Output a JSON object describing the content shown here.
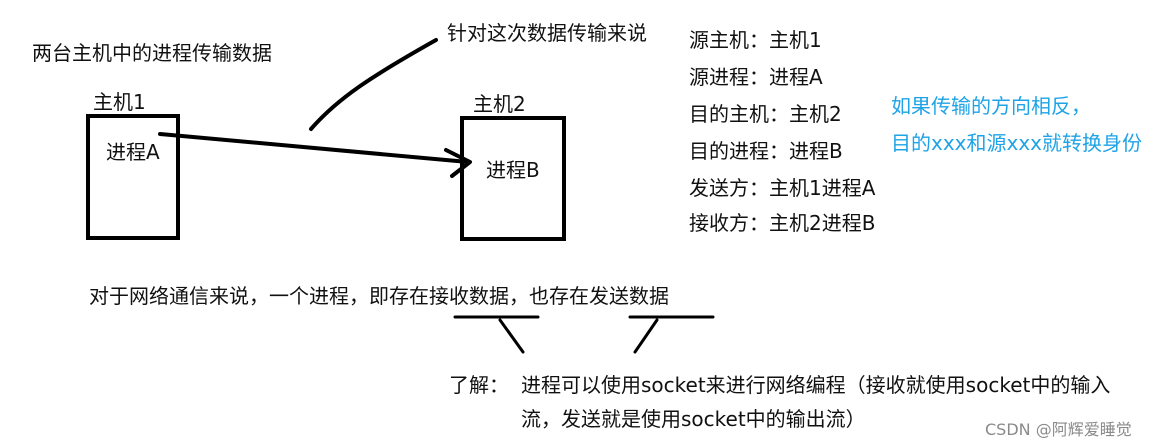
{
  "title": "两台主机中的进程传输数据",
  "host1": {
    "label": "主机1",
    "process": "进程A"
  },
  "host2": {
    "label": "主机2",
    "process": "进程B"
  },
  "arrow_note": "针对这次数据传输来说",
  "info_lines": [
    "源主机：主机1",
    "源进程：进程A",
    "目的主机：主机2",
    "目的进程：进程B",
    "发送方：主机1进程A",
    "接收方：主机2进程B"
  ],
  "blue_note": {
    "line1": "如果传输的方向相反，",
    "line2": "目的xxx和源xxx就转换身份",
    "color": "#1ea3e6"
  },
  "statement": "对于网络通信来说，一个进程，即存在接收数据，也存在发送数据",
  "understand": {
    "label": "了解：",
    "line1": "进程可以使用socket来进行网络编程（接收就使用socket中的输入",
    "line2": "流，发送就是使用socket中的输出流）"
  },
  "watermark": "CSDN @阿辉爱睡觉"
}
